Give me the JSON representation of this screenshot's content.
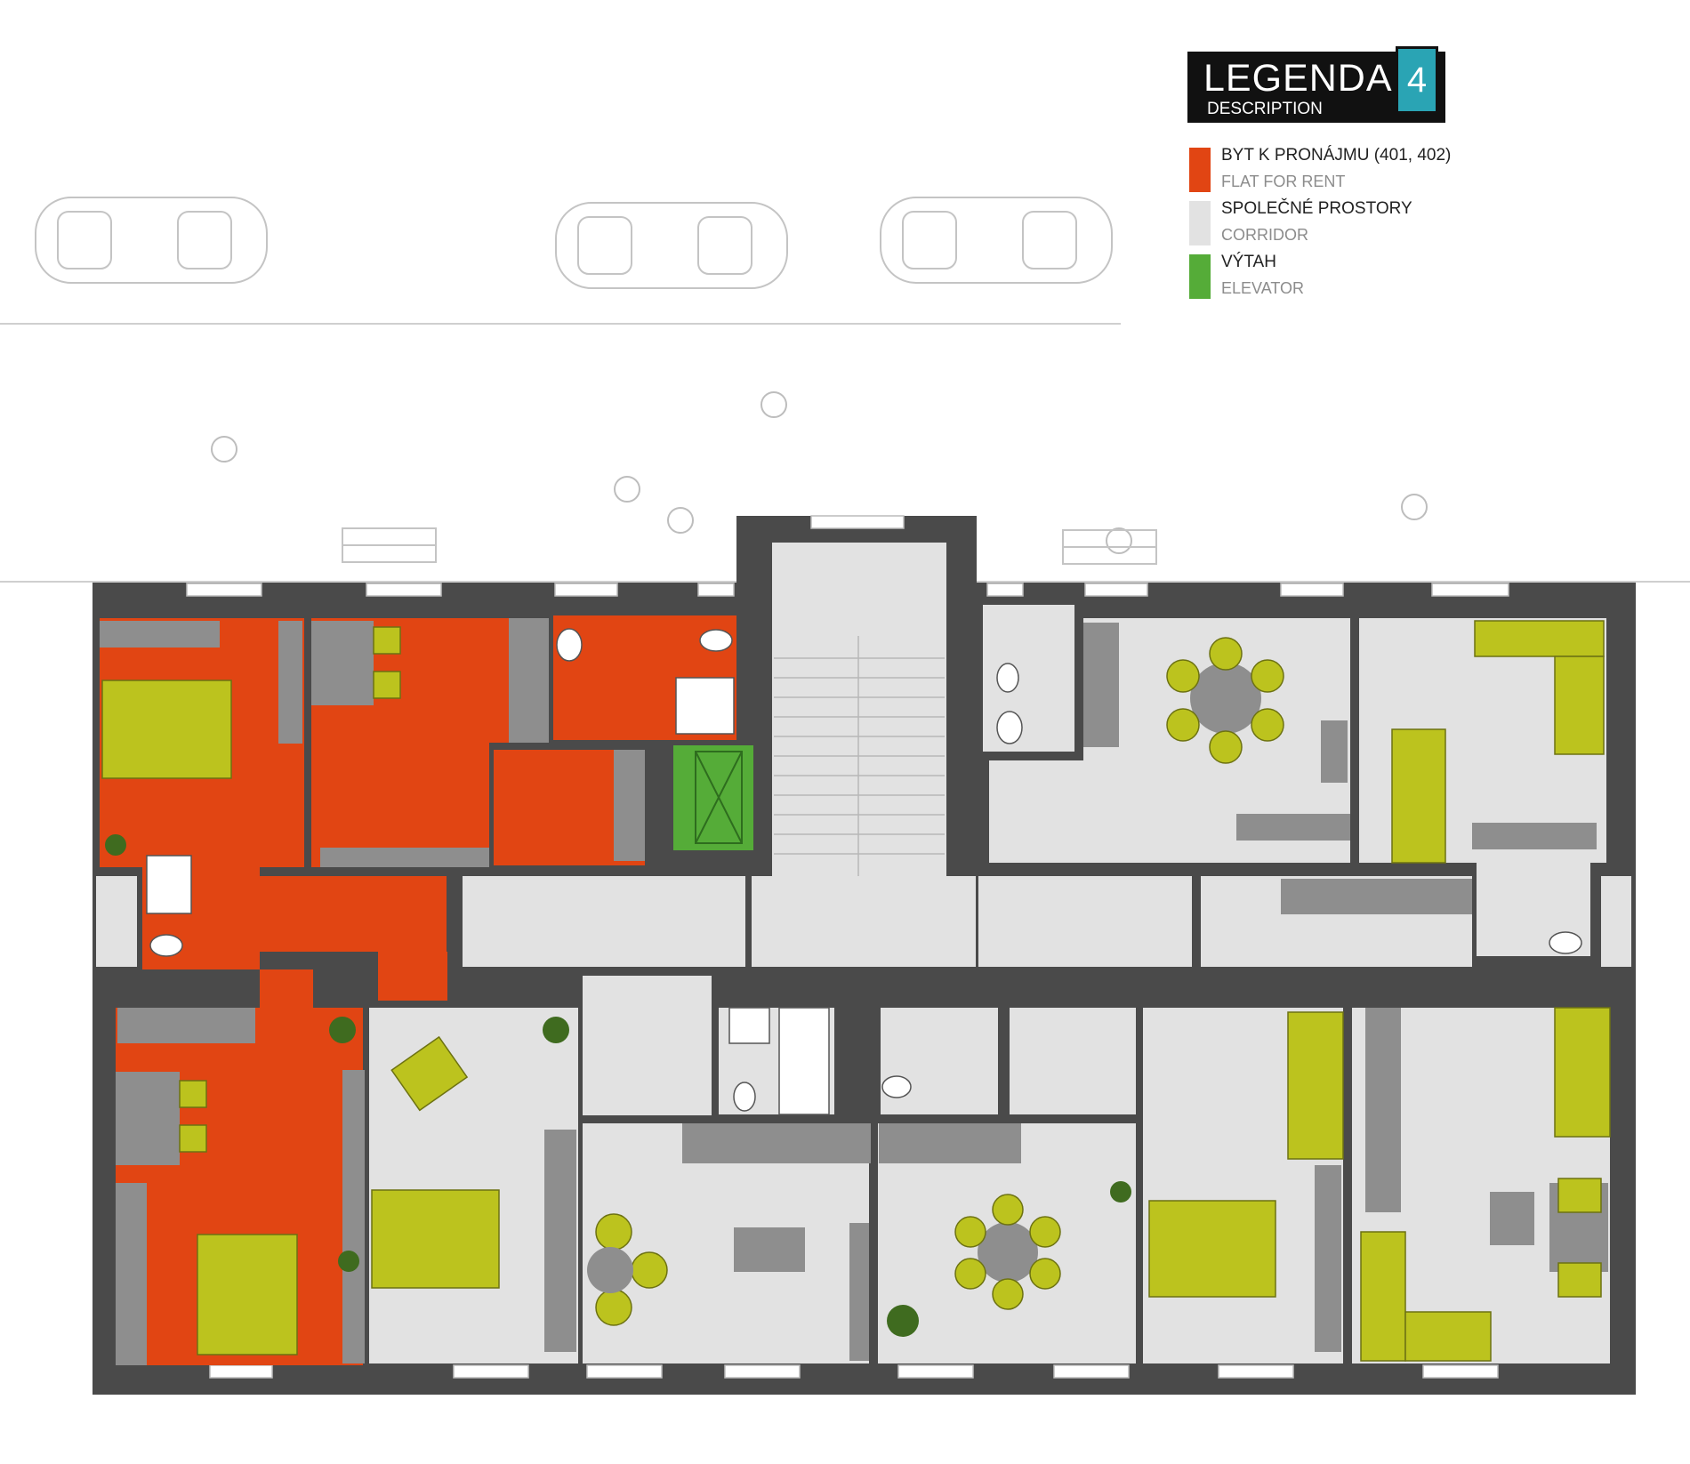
{
  "legend": {
    "title": "LEGENDA",
    "subtitle": "DESCRIPTION",
    "floor": "4",
    "items": [
      {
        "label": "BYT K PRONÁJMU (401, 402)",
        "sub": "FLAT FOR RENT",
        "color": "#e14513"
      },
      {
        "label": "SPOLEČNÉ PROSTORY",
        "sub": "CORRIDOR",
        "color": "#e2e2e2"
      },
      {
        "label": "VÝTAH",
        "sub": "ELEVATOR",
        "color": "#55ac38"
      }
    ]
  },
  "colors": {
    "wall": "#4a4a4a",
    "flat": "#e14513",
    "common": "#e2e2e2",
    "elevator": "#55ac38",
    "furniture": "#bcc31e",
    "cabinet": "#8e8e8e"
  }
}
